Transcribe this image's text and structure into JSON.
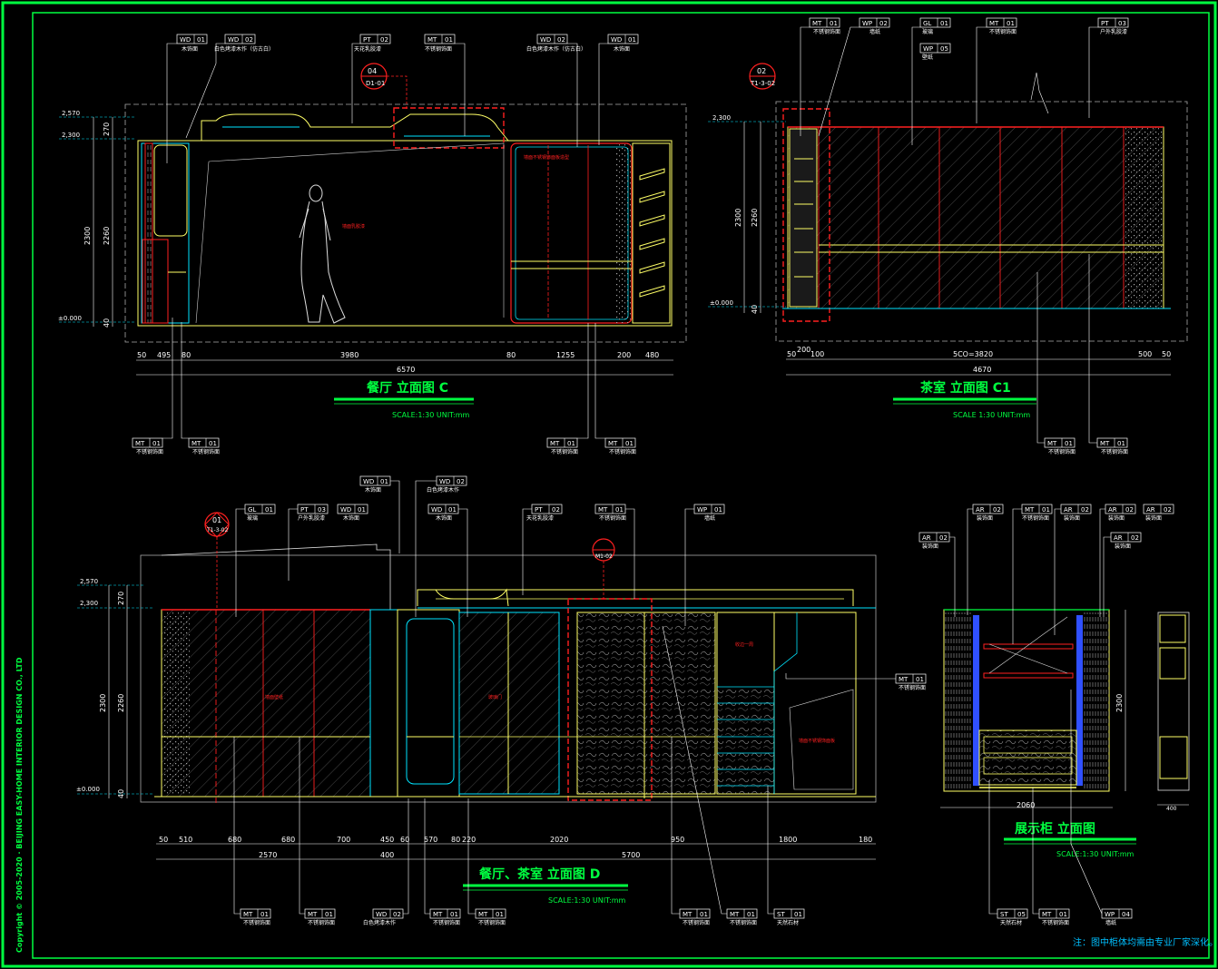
{
  "colors": {
    "frame": "#00ff40",
    "wall": "#ffff66",
    "glass": "#00e5ff",
    "hatch": "#b0b0b0",
    "marker": "#ff2020",
    "callout": "#ffffff",
    "shelf": "#3050ff"
  },
  "copyright": "Copyright © 2005-2020 · BEIJING EASY-HOME INTERIOR DESIGN CO., LTD",
  "note": "注：图中柜体均需由专业厂家深化。",
  "views": [
    {
      "title": "餐厅 立面图 C",
      "scale": "SCALE:1:30 UNIT:mm",
      "levels": [
        "2,570",
        "2,300",
        "±0.000"
      ],
      "vertical_dims": [
        "270",
        "2300",
        "2260",
        "40"
      ],
      "bottom_dims": [
        "50",
        "495",
        "80",
        "3980",
        "80",
        "1255",
        "200",
        "480"
      ],
      "overall": "6570",
      "section_marker": {
        "num": "04",
        "ref": "D1-01"
      },
      "red_notes": [
        "墙面乳胶漆",
        "墙面不锈钢饰面板造型"
      ],
      "top_tags": [
        {
          "code": [
            "WD",
            "01"
          ],
          "desc": "木饰面"
        },
        {
          "code": [
            "WD",
            "02"
          ],
          "desc": "白色烤漆木作（仿古白）"
        },
        {
          "code": [
            "PT",
            "02"
          ],
          "desc": "天花乳胶漆"
        },
        {
          "code": [
            "MT",
            "01"
          ],
          "desc": "不锈钢饰面"
        },
        {
          "code": [
            "WD",
            "02"
          ],
          "desc": "白色烤漆木作（仿古白）"
        },
        {
          "code": [
            "WD",
            "01"
          ],
          "desc": "木饰面"
        }
      ],
      "bottom_tags": [
        {
          "code": [
            "MT",
            "01"
          ],
          "desc": "不锈钢饰面"
        },
        {
          "code": [
            "MT",
            "01"
          ],
          "desc": "不锈钢饰面"
        },
        {
          "code": [
            "MT",
            "01"
          ],
          "desc": "不锈钢饰面"
        },
        {
          "code": [
            "MT",
            "01"
          ],
          "desc": "不锈钢饰面"
        }
      ]
    },
    {
      "title": "茶室 立面图 C1",
      "scale": "SCALE 1:30 UNIT:mm",
      "levels": [
        "2,300",
        "±0.000"
      ],
      "vertical_dims": [
        "2300",
        "2260",
        "40"
      ],
      "bottom_dims": [
        "50",
        "200",
        "100",
        "5CO=3820",
        "500",
        "50"
      ],
      "overall": "4670",
      "section_marker": {
        "num": "02",
        "ref": "T1-3-02"
      },
      "top_tags": [
        {
          "code": [
            "MT",
            "01"
          ],
          "desc": "不锈钢饰面"
        },
        {
          "code": [
            "WP",
            "02"
          ],
          "desc": "墙纸"
        },
        {
          "code": [
            "GL",
            "01"
          ],
          "desc": "玻璃"
        },
        {
          "code": [
            "WP",
            "05"
          ],
          "desc": "壁纸"
        },
        {
          "code": [
            "MT",
            "01"
          ],
          "desc": "不锈钢饰面"
        },
        {
          "code": [
            "PT",
            "03"
          ],
          "desc": "户外乳胶漆"
        }
      ],
      "bottom_tags": [
        {
          "code": [
            "MT",
            "01"
          ],
          "desc": "不锈钢饰面"
        },
        {
          "code": [
            "MT",
            "01"
          ],
          "desc": "不锈钢饰面"
        }
      ]
    },
    {
      "title": "餐厅、茶室 立面图 D",
      "scale": "SCALE:1:30 UNIT:mm",
      "levels": [
        "2,570",
        "2,300",
        "±0.000"
      ],
      "vertical_dims": [
        "270",
        "2300",
        "2260",
        "40"
      ],
      "bottom_dims": [
        "50",
        "510",
        "680",
        "680",
        "700",
        "450",
        "60",
        "570",
        "80",
        "220",
        "2020",
        "950",
        "1800",
        "180"
      ],
      "sub_dims": [
        "2570",
        "400",
        "5700"
      ],
      "section_markers": [
        {
          "num": "01",
          "ref": "T1-3-02"
        },
        {
          "num": "",
          "ref": "M1-02"
        }
      ],
      "red_notes": [
        "墙面壁纸",
        "玻璃门",
        "收边一周",
        "墙面不锈钢饰面板"
      ],
      "top_tags": [
        {
          "code": [
            "GL",
            "01"
          ],
          "desc": "玻璃"
        },
        {
          "code": [
            "PT",
            "03"
          ],
          "desc": "户外乳胶漆"
        },
        {
          "code": [
            "WD",
            "01"
          ],
          "desc": "木饰面"
        },
        {
          "code": [
            "WD",
            "01"
          ],
          "desc": "木饰面"
        },
        {
          "code": [
            "WD",
            "02"
          ],
          "desc": "白色烤漆木作"
        },
        {
          "code": [
            "WD",
            "01"
          ],
          "desc": "木饰面"
        },
        {
          "code": [
            "PT",
            "02"
          ],
          "desc": "天花乳胶漆"
        },
        {
          "code": [
            "MT",
            "01"
          ],
          "desc": "不锈钢饰面"
        },
        {
          "code": [
            "WP",
            "01"
          ],
          "desc": "墙纸"
        }
      ],
      "bottom_tags": [
        {
          "code": [
            "MT",
            "01"
          ],
          "desc": "不锈钢饰面"
        },
        {
          "code": [
            "MT",
            "01"
          ],
          "desc": "不锈钢饰面"
        },
        {
          "code": [
            "WD",
            "02"
          ],
          "desc": "白色烤漆木作"
        },
        {
          "code": [
            "MT",
            "01"
          ],
          "desc": "不锈钢饰面"
        },
        {
          "code": [
            "MT",
            "01"
          ],
          "desc": "不锈钢饰面"
        },
        {
          "code": [
            "MT",
            "01"
          ],
          "desc": "不锈钢饰面"
        },
        {
          "code": [
            "MT",
            "01"
          ],
          "desc": "不锈钢饰面"
        },
        {
          "code": [
            "ST",
            "01"
          ],
          "desc": "天然石材"
        }
      ]
    },
    {
      "title": "展示柜 立面图",
      "scale": "SCALE:1:30 UNIT:mm",
      "vertical_dims": [
        "2300"
      ],
      "bottom_dims": [
        "2060",
        "400"
      ],
      "top_tags": [
        {
          "code": [
            "AR",
            "02"
          ],
          "desc": "装饰面"
        },
        {
          "code": [
            "AR",
            "02"
          ],
          "desc": "装饰面"
        },
        {
          "code": [
            "MT",
            "01"
          ],
          "desc": "不锈钢饰面"
        },
        {
          "code": [
            "AR",
            "02"
          ],
          "desc": "装饰面"
        },
        {
          "code": [
            "AR",
            "02"
          ],
          "desc": "装饰面"
        },
        {
          "code": [
            "AR",
            "02"
          ],
          "desc": "装饰面"
        },
        {
          "code": [
            "AR",
            "02"
          ],
          "desc": "装饰面"
        }
      ],
      "bottom_tags": [
        {
          "code": [
            "ST",
            "05"
          ],
          "desc": "天然石材"
        },
        {
          "code": [
            "MT",
            "01"
          ],
          "desc": "不锈钢饰面"
        },
        {
          "code": [
            "WP",
            "04"
          ],
          "desc": "墙纸"
        }
      ]
    }
  ]
}
